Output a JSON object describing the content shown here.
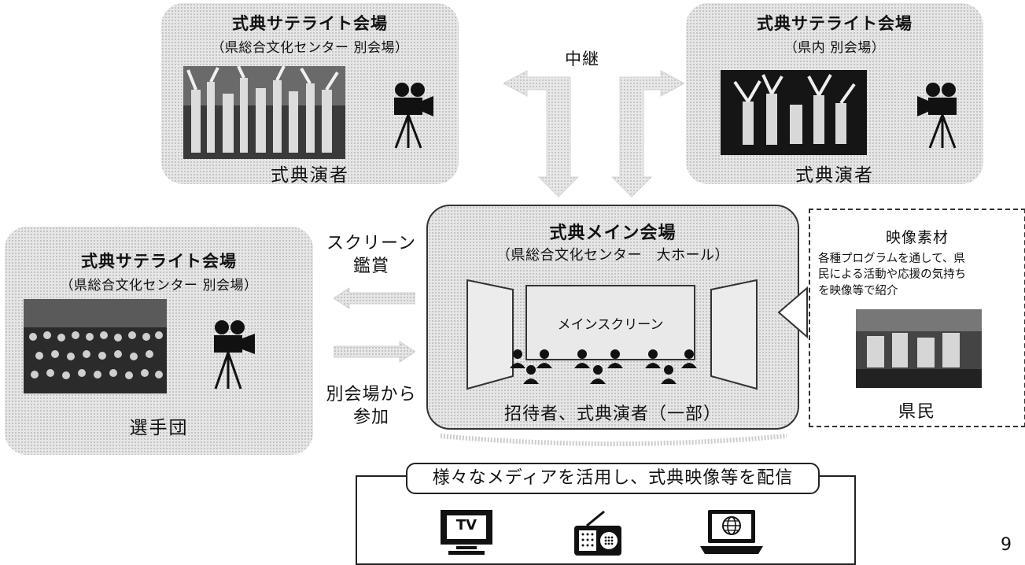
{
  "satellite_top_left": {
    "title": "式典サテライト会場",
    "subtitle": "（県総合文化センター 別会場）",
    "caption": "式典演者"
  },
  "satellite_top_right": {
    "title": "式典サテライト会場",
    "subtitle": "（県内 別会場）",
    "caption": "式典演者"
  },
  "satellite_left": {
    "title": "式典サテライト会場",
    "subtitle": "（県総合文化センター 別会場）",
    "caption": "選手団"
  },
  "relay_label": "中継",
  "arrow_left": {
    "top_label_line1": "スクリーン",
    "top_label_line2": "鑑賞",
    "bottom_label_line1": "別会場から",
    "bottom_label_line2": "参加"
  },
  "main_hall": {
    "title": "式典メイン会場",
    "subtitle": "（県総合文化センター　大ホール）",
    "screen_label": "メインスクリーン",
    "caption": "招待者、式典演者（一部）"
  },
  "material": {
    "title": "映像素材",
    "desc_line1": "各種プログラムを通して、県",
    "desc_line2": "民による活動や応援の気持ち",
    "desc_line3": "を映像等で紹介",
    "caption": "県民"
  },
  "media": {
    "title": "様々なメディアを活用し、式典映像等を配信",
    "tv_label": "TV"
  },
  "page_number": "9",
  "icons": [
    "camera-icon",
    "person-icon",
    "tv-icon",
    "radio-icon",
    "laptop-globe-icon"
  ]
}
